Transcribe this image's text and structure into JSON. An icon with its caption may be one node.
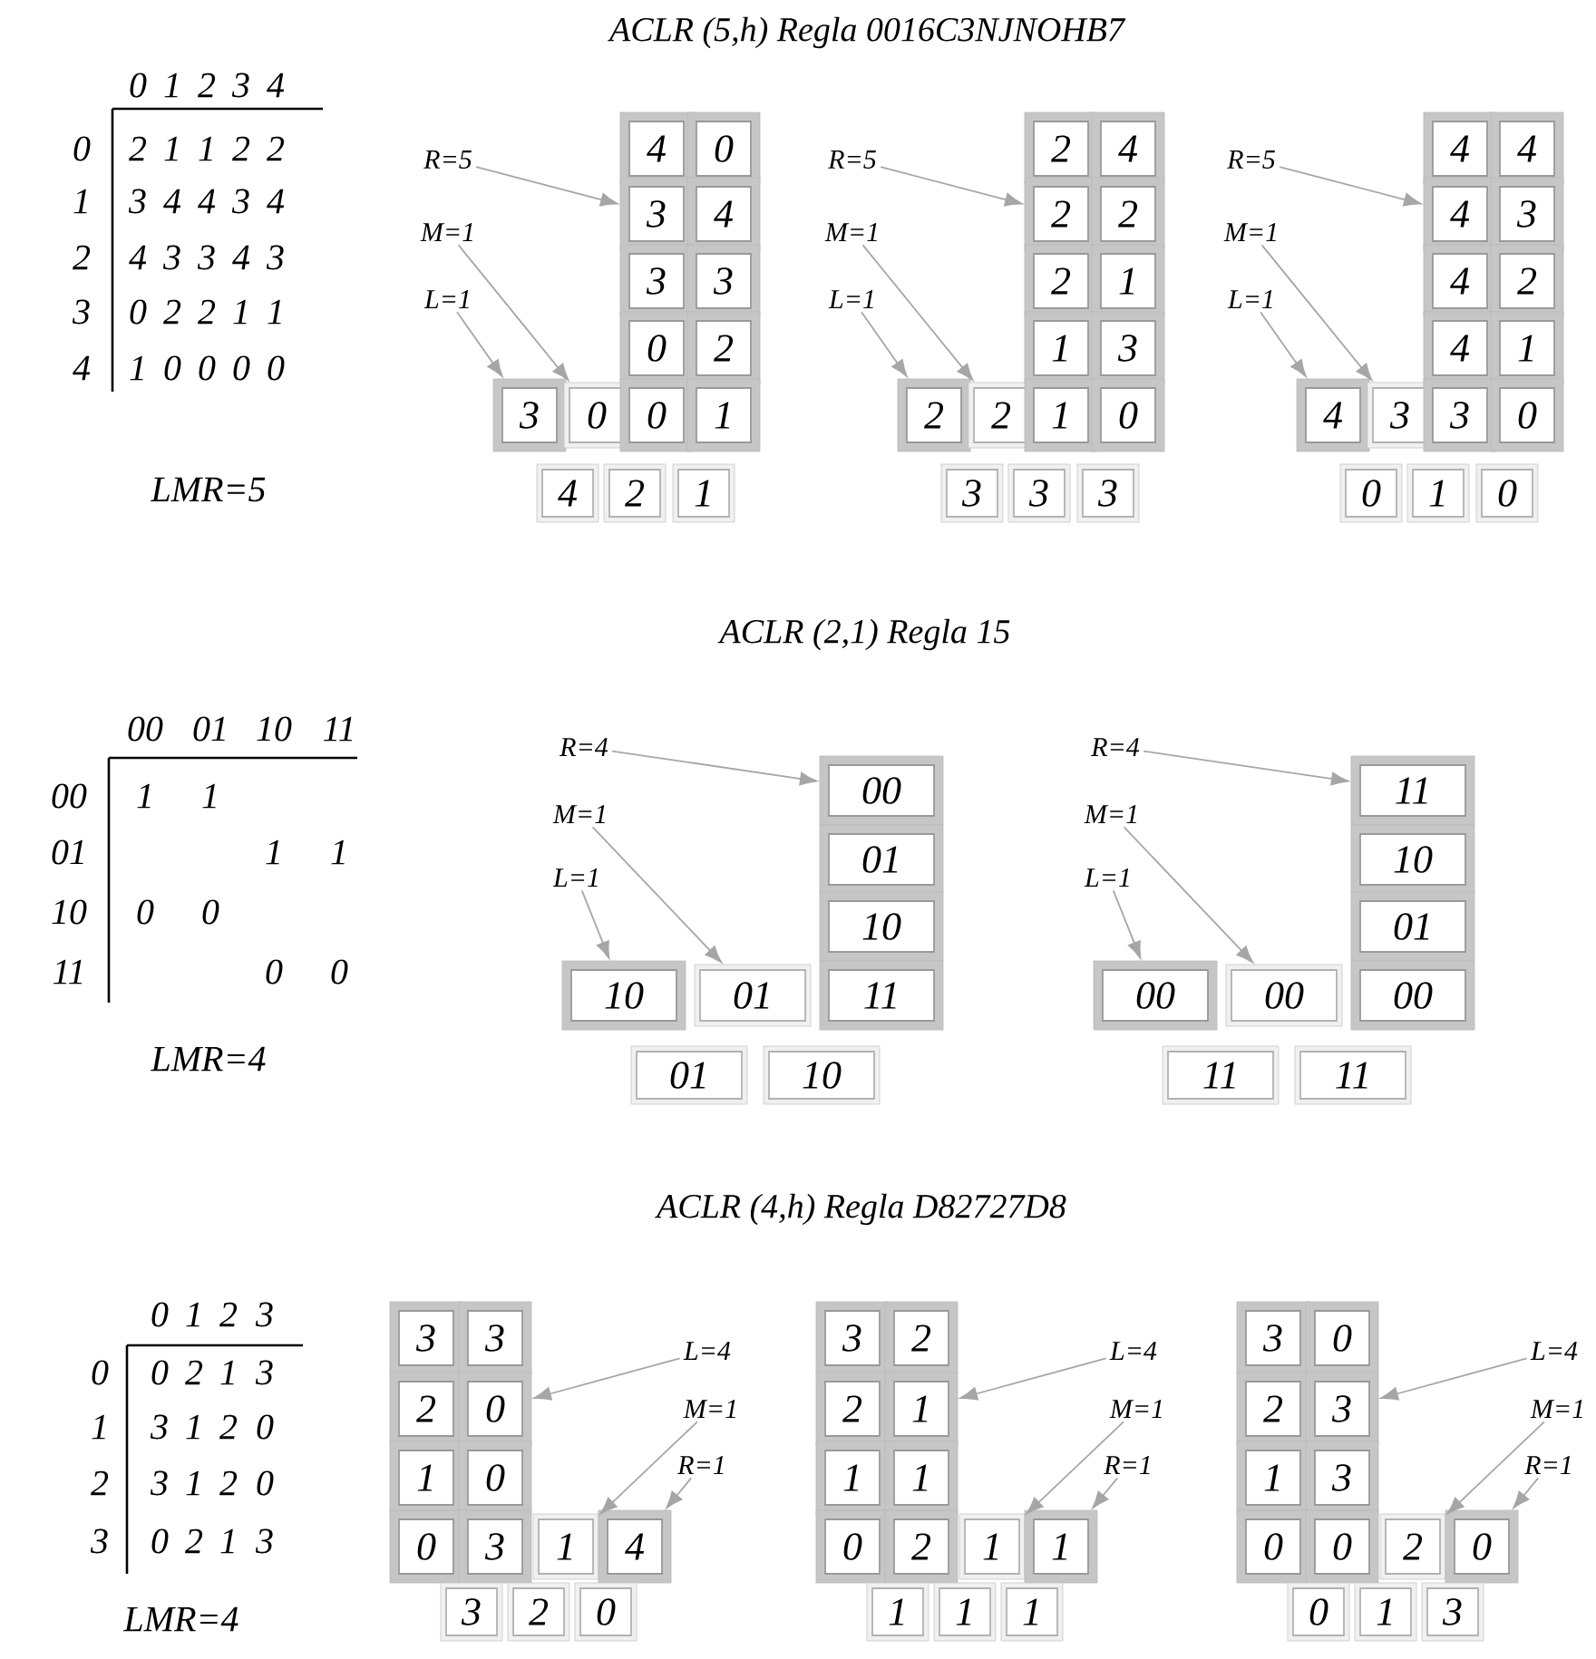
{
  "diagram": {
    "nodes": [
      {
        "text": [
          "R=5"
        ]
      },
      {
        "text": [
          "M=1"
        ]
      },
      {
        "text": [
          "L=1"
        ]
      },
      {
        "text": [
          "4"
        ]
      },
      {
        "text": [
          "0"
        ]
      },
      {
        "text": [
          "3"
        ]
      },
      {
        "text": [
          "4"
        ]
      },
      {
        "text": [
          "3"
        ]
      },
      {
        "text": [
          "3"
        ]
      },
      {
        "text": [
          "0"
        ]
      },
      {
        "text": [
          "2"
        ]
      },
      {
        "text": [
          "3"
        ]
      },
      {
        "text": [
          "0"
        ]
      },
      {
        "text": [
          "0"
        ]
      },
      {
        "text": [
          "1"
        ]
      },
      {
        "text": [
          "4"
        ]
      },
      {
        "text": [
          "2"
        ]
      },
      {
        "text": [
          "1"
        ]
      },
      {
        "text": [
          "R=5"
        ]
      },
      {
        "text": [
          "M=1"
        ]
      },
      {
        "text": [
          "L=1"
        ]
      },
      {
        "text": [
          "2"
        ]
      },
      {
        "text": [
          "4"
        ]
      },
      {
        "text": [
          "2"
        ]
      },
      {
        "text": [
          "2"
        ]
      },
      {
        "text": [
          "2"
        ]
      },
      {
        "text": [
          "1"
        ]
      },
      {
        "text": [
          "1"
        ]
      },
      {
        "text": [
          "3"
        ]
      },
      {
        "text": [
          "2"
        ]
      },
      {
        "text": [
          "2"
        ]
      },
      {
        "text": [
          "1"
        ]
      },
      {
        "text": [
          "0"
        ]
      },
      {
        "text": [
          "3"
        ]
      },
      {
        "text": [
          "3"
        ]
      },
      {
        "text": [
          "3"
        ]
      },
      {
        "text": [
          "R=5"
        ]
      },
      {
        "text": [
          "M=1"
        ]
      },
      {
        "text": [
          "L=1"
        ]
      },
      {
        "text": [
          "4"
        ]
      },
      {
        "text": [
          "4"
        ]
      },
      {
        "text": [
          "4"
        ]
      },
      {
        "text": [
          "3"
        ]
      },
      {
        "text": [
          "4"
        ]
      },
      {
        "text": [
          "2"
        ]
      },
      {
        "text": [
          "4"
        ]
      },
      {
        "text": [
          "1"
        ]
      },
      {
        "text": [
          "4"
        ]
      },
      {
        "text": [
          "3"
        ]
      },
      {
        "text": [
          "3"
        ]
      },
      {
        "text": [
          "0"
        ]
      },
      {
        "text": [
          "0"
        ]
      },
      {
        "text": [
          "1"
        ]
      },
      {
        "text": [
          "0"
        ]
      },
      {
        "text": [
          "R=4"
        ]
      },
      {
        "text": [
          "M=1"
        ]
      },
      {
        "text": [
          "L=1"
        ]
      },
      {
        "text": [
          "00"
        ]
      },
      {
        "text": [
          "01"
        ]
      },
      {
        "text": [
          "10"
        ]
      },
      {
        "text": [
          "10"
        ]
      },
      {
        "text": [
          "01"
        ]
      },
      {
        "text": [
          "11"
        ]
      },
      {
        "text": [
          "01"
        ]
      },
      {
        "text": [
          "10"
        ]
      },
      {
        "text": [
          "R=4"
        ]
      },
      {
        "text": [
          "M=1"
        ]
      },
      {
        "text": [
          "L=1"
        ]
      },
      {
        "text": [
          "11"
        ]
      },
      {
        "text": [
          "10"
        ]
      },
      {
        "text": [
          "01"
        ]
      },
      {
        "text": [
          "00"
        ]
      },
      {
        "text": [
          "00"
        ]
      },
      {
        "text": [
          "00"
        ]
      },
      {
        "text": [
          "11"
        ]
      },
      {
        "text": [
          "11"
        ]
      },
      {
        "text": [
          "L=4"
        ]
      },
      {
        "text": [
          "M=1"
        ]
      },
      {
        "text": [
          "R=1"
        ]
      },
      {
        "text": [
          "3"
        ]
      },
      {
        "text": [
          "3"
        ]
      },
      {
        "text": [
          "2"
        ]
      },
      {
        "text": [
          "0"
        ]
      },
      {
        "text": [
          "1"
        ]
      },
      {
        "text": [
          "0"
        ]
      },
      {
        "text": [
          "0"
        ]
      },
      {
        "text": [
          "3"
        ]
      },
      {
        "text": [
          "1"
        ]
      },
      {
        "text": [
          "4"
        ]
      },
      {
        "text": [
          "3"
        ]
      },
      {
        "text": [
          "2"
        ]
      },
      {
        "text": [
          "0"
        ]
      },
      {
        "text": [
          "L=4"
        ]
      },
      {
        "text": [
          "M=1"
        ]
      },
      {
        "text": [
          "R=1"
        ]
      },
      {
        "text": [
          "3"
        ]
      },
      {
        "text": [
          "2"
        ]
      },
      {
        "text": [
          "2"
        ]
      },
      {
        "text": [
          "1"
        ]
      },
      {
        "text": [
          "1"
        ]
      },
      {
        "text": [
          "1"
        ]
      },
      {
        "text": [
          "0"
        ]
      },
      {
        "text": [
          "2"
        ]
      },
      {
        "text": [
          "1"
        ]
      },
      {
        "text": [
          "1"
        ]
      },
      {
        "text": [
          "1"
        ]
      },
      {
        "text": [
          "1"
        ]
      },
      {
        "text": [
          "1"
        ]
      },
      {
        "text": [
          "L=4"
        ]
      },
      {
        "text": [
          "M=1"
        ]
      },
      {
        "text": [
          "R=1"
        ]
      },
      {
        "text": [
          "3"
        ]
      },
      {
        "text": [
          "0"
        ]
      },
      {
        "text": [
          "2"
        ]
      },
      {
        "text": [
          "3"
        ]
      },
      {
        "text": [
          "1"
        ]
      },
      {
        "text": [
          "3"
        ]
      },
      {
        "text": [
          "0"
        ]
      },
      {
        "text": [
          "0"
        ]
      },
      {
        "text": [
          "2"
        ]
      },
      {
        "text": [
          "0"
        ]
      },
      {
        "text": [
          "0"
        ]
      },
      {
        "text": [
          "1"
        ]
      },
      {
        "text": [
          "3"
        ]
      }
    ],
    "edges": [
      {
        "from": 0,
        "to": 5,
        "arrow": "to"
      },
      {
        "from": 1,
        "to": 12,
        "arrow": "to"
      },
      {
        "from": 2,
        "to": 11,
        "arrow": "to"
      },
      {
        "from": 18,
        "to": 23,
        "arrow": "to"
      },
      {
        "from": 19,
        "to": 30,
        "arrow": "to"
      },
      {
        "from": 20,
        "to": 29,
        "arrow": "to"
      },
      {
        "from": 36,
        "to": 41,
        "arrow": "to"
      },
      {
        "from": 37,
        "to": 48,
        "arrow": "to"
      },
      {
        "from": 38,
        "to": 47,
        "arrow": "to"
      },
      {
        "from": 54,
        "to": 57,
        "arrow": "to"
      },
      {
        "from": 55,
        "to": 61,
        "arrow": "to"
      },
      {
        "from": 56,
        "to": 60,
        "arrow": "to"
      },
      {
        "from": 65,
        "to": 68,
        "arrow": "to"
      },
      {
        "from": 66,
        "to": 72,
        "arrow": "to"
      },
      {
        "from": 67,
        "to": 71,
        "arrow": "to"
      },
      {
        "from": 76,
        "to": 82,
        "arrow": "to"
      },
      {
        "from": 77,
        "to": 87,
        "arrow": "to"
      },
      {
        "from": 78,
        "to": 88,
        "arrow": "to"
      },
      {
        "from": 92,
        "to": 98,
        "arrow": "to"
      },
      {
        "from": 93,
        "to": 103,
        "arrow": "to"
      },
      {
        "from": 94,
        "to": 104,
        "arrow": "to"
      },
      {
        "from": 108,
        "to": 114,
        "arrow": "to"
      },
      {
        "from": 109,
        "to": 119,
        "arrow": "to"
      },
      {
        "from": 110,
        "to": 120,
        "arrow": "to"
      }
    ],
    "labels": [
      "ACLR (5,h) Regla 0016C3NJNOHB7",
      "0",
      "1",
      "2",
      "3",
      "4",
      "0",
      "2",
      "1",
      "1",
      "2",
      "2",
      "1",
      "3",
      "4",
      "4",
      "3",
      "4",
      "2",
      "4",
      "3",
      "3",
      "4",
      "3",
      "3",
      "0",
      "2",
      "2",
      "1",
      "1",
      "4",
      "1",
      "0",
      "0",
      "0",
      "0",
      "LMR=5",
      "ACLR (2,1) Regla 15",
      "00",
      "01",
      "10",
      "11",
      "00",
      "1",
      "1",
      "01",
      "1",
      "1",
      "10",
      "0",
      "0",
      "11",
      "0",
      "0",
      "LMR=4",
      "ACLR (4,h) Regla D82727D8",
      "0",
      "1",
      "2",
      "3",
      "0",
      "0",
      "2",
      "1",
      "3",
      "1",
      "3",
      "1",
      "2",
      "0",
      "2",
      "3",
      "1",
      "2",
      "0",
      "3",
      "0",
      "2",
      "1",
      "3",
      "LMR=4"
    ]
  }
}
